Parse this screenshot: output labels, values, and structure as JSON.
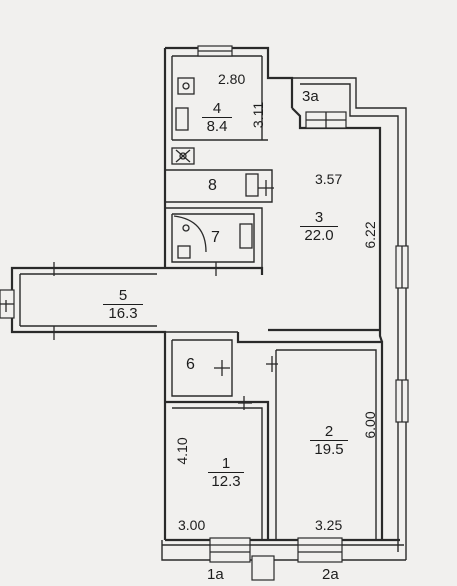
{
  "rooms": [
    {
      "id": "1",
      "number": "1",
      "area": "12.3"
    },
    {
      "id": "2",
      "number": "2",
      "area": "19.5"
    },
    {
      "id": "3",
      "number": "3",
      "area": "22.0"
    },
    {
      "id": "4",
      "number": "4",
      "area": "8.4"
    },
    {
      "id": "5",
      "number": "5",
      "area": "16.3"
    },
    {
      "id": "6",
      "number": "6"
    },
    {
      "id": "7",
      "number": "7"
    },
    {
      "id": "8",
      "number": "8"
    }
  ],
  "dimensions": {
    "room4_width": "2.80",
    "room4_depth": "3.11",
    "room3_width": "3.57",
    "room3_depth": "6.22",
    "room2_depth": "6.00",
    "room2_width": "3.25",
    "room1_depth": "4.10",
    "room1_width": "3.00"
  },
  "balconies": {
    "b3a": "3а",
    "b1a": "1а",
    "b2a": "2а"
  }
}
